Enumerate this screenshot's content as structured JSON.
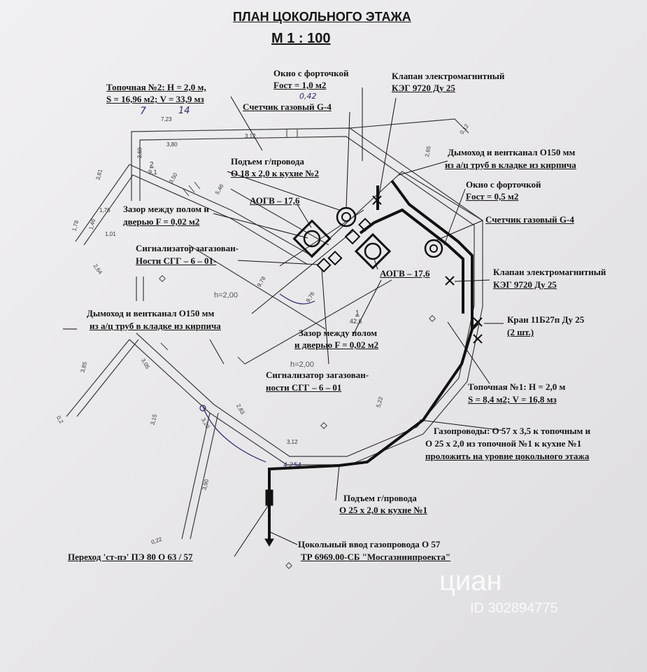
{
  "title": "ПЛАН ЦОКОЛЬНОГО ЭТАЖА",
  "scale": "М 1 : 100",
  "labels": {
    "boiler2_1": "Топочная №2: Н = 2,0 м,",
    "boiler2_2": "S = 16,96 м2; V = 33,9 мз",
    "window_top_1": "Окно с форточкой",
    "window_top_2": "Fост = 1,0 м2",
    "valve_top_1": "Клапан электромагнитный",
    "valve_top_2": "КЭГ 9720 Ду 25",
    "meter_top": "Счетчик газовый G-4",
    "chimney_top_1": "Дымоход и вентканал О150 мм",
    "chimney_top_2": "из а/ц труб в кладке из кирпича",
    "riser2_1": "Подъем г/провода",
    "riser2_2": "О 18 х 2,0 к кухне №2",
    "aogv_left": "АОГВ – 17,6",
    "gap_left_1": "Зазор между полом и",
    "gap_left_2": "дверью F = 0,02 м2",
    "signal_left_1": "Сигнализатор загазован-",
    "signal_left_2": "Ности СГГ – 6 – 01-",
    "window_right_1": "Окно с форточкой",
    "window_right_2": "Fост = 0,5 м2",
    "meter_right": "Счетчик газовый G-4",
    "aogv_right": "АОГВ – 17,6",
    "valve_right_1": "Клапан электромагнитный",
    "valve_right_2": "КЭГ 9720 Ду 25",
    "chimney_left_1": "Дымоход и вентканал О150 мм",
    "chimney_left_2": "из а/ц труб в кладке из кирпича",
    "tap_1": "Кран 11Б27п Ду 25",
    "tap_2": "(2 шт.)",
    "gap_center_1": "Зазор между полом",
    "gap_center_2": "и дверью F = 0,02 м2",
    "signal_center_1": "Сигнализатор загазован-",
    "signal_center_2": "ности СГГ – 6 – 01",
    "boiler1_1": "Топочная №1: Н = 2,0 м",
    "boiler1_2": "S = 8,4 м2; V = 16,8 мз",
    "pipes_1": "Газопроводы: О 57 х 3,5 к топочным и",
    "pipes_2": "О 25 х 2,0 из топочной №1 к кухне №1",
    "pipes_3": "проложить на уровне цокольного этажа",
    "riser1_1": "Подъем г/провода",
    "riser1_2": "О 25 х 2,0 к кухне №1",
    "transition": "Переход 'ст-пэ' ПЭ 80 О 63 / 57",
    "inlet_1": "Цокольный ввод газопровода О 57",
    "inlet_2": "ТР 6969.00-СБ \"Мосгазниипроекта\""
  },
  "dimensions": {
    "d312_top": "3,12",
    "d380": "3,80",
    "d360": "3,60",
    "d350": "3,50",
    "d381": "3,81",
    "d176": "1,76",
    "d178": "1,78",
    "d146": "1,46",
    "d101": "1,01",
    "d264": "2,64",
    "d546": "5,46",
    "d978": "9,78",
    "d976": "9,76",
    "d265": "2,65",
    "d012": "0,12",
    "d385": "3,85",
    "d305": "3,05",
    "d315": "3,15",
    "d320": "3,20",
    "d283": "2,83",
    "d312_bottom": "3,12",
    "d390": "3,90",
    "d522": "5,22",
    "d02a": "0,2",
    "d02b": "0,22",
    "d723": "7,23",
    "room_num_left": "2",
    "room_area_left": "9,1",
    "room_num_center": "1",
    "room_area_center": "42,6",
    "h_left": "h=2,00",
    "h_center": "h=2,00"
  },
  "handwritten": {
    "n042": "0,42",
    "n7": "7",
    "n14": "14",
    "n4254": "4,254"
  },
  "watermark": {
    "brand": "циан",
    "id": "ID 302894775"
  }
}
